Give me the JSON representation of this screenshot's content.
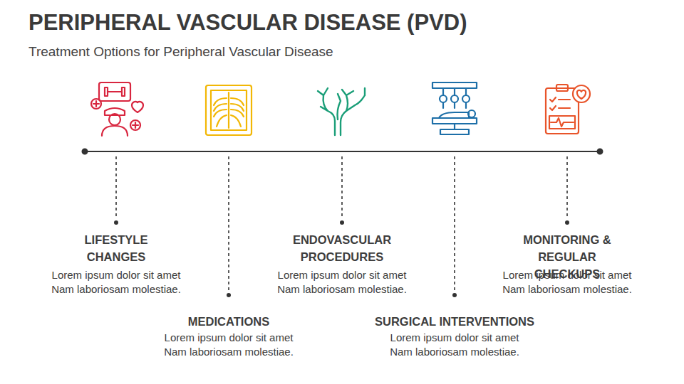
{
  "diagram": {
    "title": "PERIPHERAL VASCULAR DISEASE (PVD)",
    "labels": [
      "Treatment Options for Peripheral Vascular Disease",
      "LIFESTYLE CHANGES",
      "Lorem ipsum dolor sit amet Nam laboriosam molestiae.",
      "MEDICATIONS",
      "Lorem ipsum dolor sit amet Nam laboriosam molestiae.",
      "ENDOVASCULAR PROCEDURES",
      "Lorem ipsum dolor sit amet Nam laboriosam molestiae.",
      "SURGICAL INTERVENTIONS",
      "Lorem ipsum dolor sit amet Nam laboriosam molestiae.",
      "MONITORING & REGULAR CHECKUPS",
      "Lorem ipsum dolor sit amet Nam laboriosam molestiae."
    ]
  }
}
